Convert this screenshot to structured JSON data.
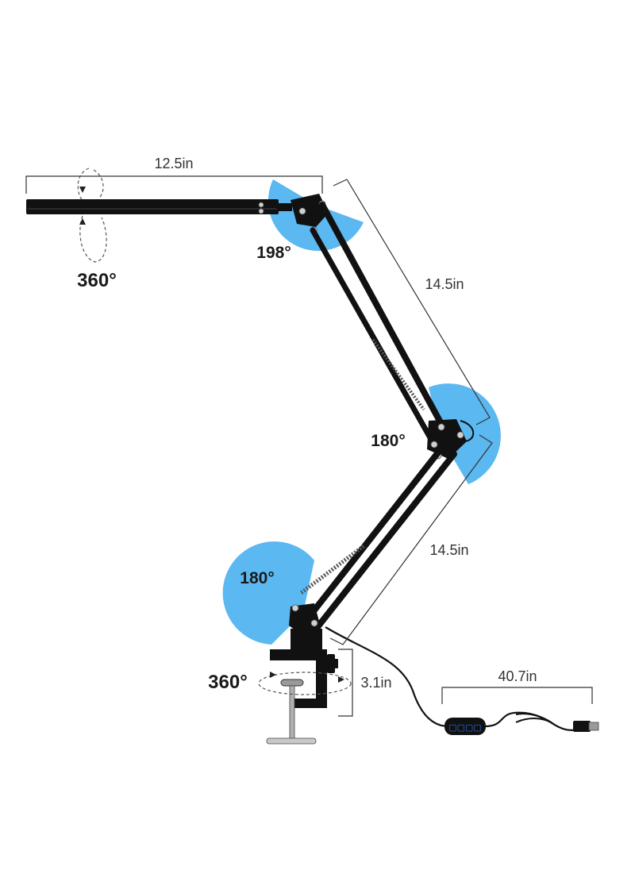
{
  "colors": {
    "accent_sector": "#5bb8f0",
    "lamp_body": "#111111",
    "dimension_line": "#333333"
  },
  "dimensions": {
    "lamp_head_length": "12.5in",
    "upper_arm_length": "14.5in",
    "lower_arm_length": "14.5in",
    "clamp_height": "3.1in",
    "cable_length": "40.7in"
  },
  "angles": {
    "head_rotation": "360°",
    "head_joint": "198°",
    "elbow_joint": "180°",
    "base_joint": "180°",
    "base_rotation": "360°"
  },
  "icons": {
    "rotation_head": "rotation-dashed-ellipse-icon",
    "rotation_base": "rotation-dashed-ellipse-icon",
    "controller": "inline-dimmer-switch-icon",
    "plug": "usb-plug-icon"
  }
}
